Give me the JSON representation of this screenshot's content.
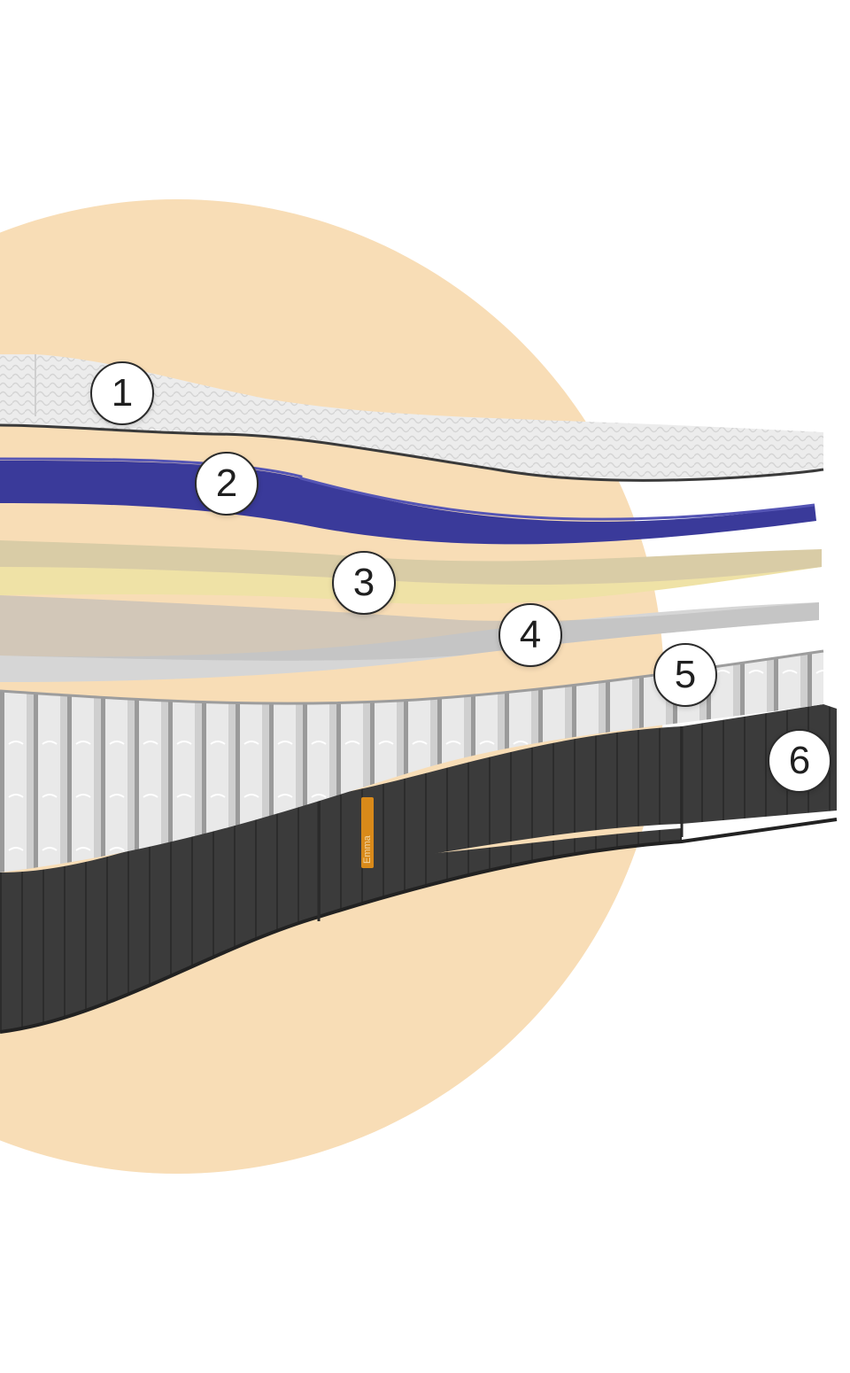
{
  "colors": {
    "background": "#ffffff",
    "circle": "#f8ddb6",
    "cover_top": "#ececec",
    "cover_side": "#dcdcdc",
    "cover_edge": "#3a3a3a",
    "blue_layer_top": "#4a4aa0",
    "blue_layer_side": "#3a3a9a",
    "yellow_layer_top": "#d9cca6",
    "yellow_layer_side": "#efe2a6",
    "grey_layer_top": "#bfbfbf",
    "grey_layer_side": "#d6d6d6",
    "coils": "#e6e6e6",
    "coil_shadow": "#b8b8b8",
    "base": "#3b3b3b",
    "base_dark": "#2a2a2a",
    "brand_tag": "#d98a1a"
  },
  "brand_tag": {
    "text": "Emma"
  },
  "layers": [
    {
      "number": "1",
      "icon": "number-badge"
    },
    {
      "number": "2",
      "icon": "number-badge"
    },
    {
      "number": "3",
      "icon": "number-badge"
    },
    {
      "number": "4",
      "icon": "number-badge"
    },
    {
      "number": "5",
      "icon": "number-badge"
    },
    {
      "number": "6",
      "icon": "number-badge"
    }
  ]
}
